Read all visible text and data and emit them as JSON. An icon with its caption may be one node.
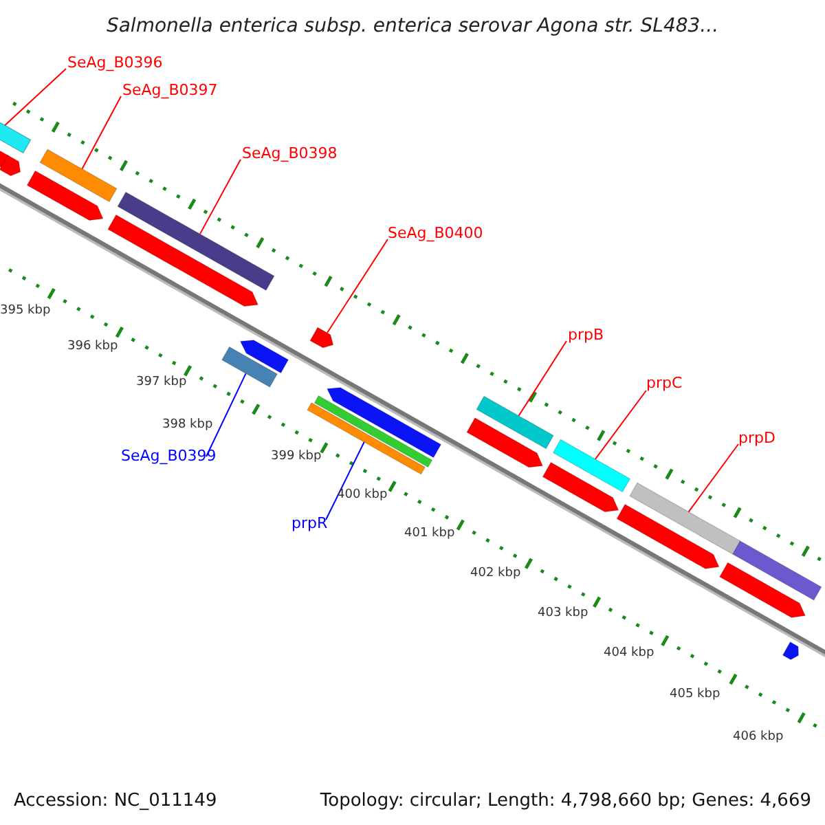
{
  "diagram": {
    "title": "Salmonella enterica subsp. enterica serovar Agona str. SL483...",
    "nodes": [
      {
        "text": [
          "SeAg_B0396"
        ]
      },
      {
        "text": [
          "SeAg_B0397"
        ]
      },
      {
        "text": [
          "SeAg_B0398"
        ]
      },
      {
        "text": [
          "SeAg_B0400"
        ]
      },
      {
        "text": [
          "prpB"
        ]
      },
      {
        "text": [
          "prpC"
        ]
      },
      {
        "text": [
          "prpD"
        ]
      },
      {
        "text": [
          "SeAg_B0399"
        ]
      },
      {
        "text": [
          "prpR"
        ]
      },
      {
        "text": [],
        "shape": "bar"
      },
      {
        "text": [],
        "shape": "bar"
      },
      {
        "text": [],
        "shape": "bar"
      },
      {
        "text": [],
        "shape": "bar"
      },
      {
        "text": [],
        "shape": "bar"
      },
      {
        "text": [],
        "shape": "bar"
      },
      {
        "text": [],
        "shape": "bar"
      },
      {
        "text": [],
        "shape": "bar"
      },
      {
        "text": [],
        "shape": "bar"
      }
    ],
    "edges": [
      {
        "from": 0,
        "to": 9,
        "arrow": "none"
      },
      {
        "from": 1,
        "to": 10,
        "arrow": "none"
      },
      {
        "from": 2,
        "to": 11,
        "arrow": "none"
      },
      {
        "from": 3,
        "to": 12,
        "arrow": "none"
      },
      {
        "from": 4,
        "to": 13,
        "arrow": "none"
      },
      {
        "from": 5,
        "to": 14,
        "arrow": "none"
      },
      {
        "from": 6,
        "to": 15,
        "arrow": "none"
      },
      {
        "from": 7,
        "to": 16,
        "arrow": "none",
        "color": "#0000ff"
      },
      {
        "from": 8,
        "to": 17,
        "arrow": "none",
        "color": "#0000ff"
      }
    ],
    "labels": [
      "395 kbp",
      "396 kbp",
      "397 kbp",
      "398 kbp",
      "399 kbp",
      "400 kbp",
      "401 kbp",
      "402 kbp",
      "403 kbp",
      "404 kbp",
      "405 kbp",
      "406 kbp",
      "Accession: NC_011149",
      "Topology: circular; Length: 4,798,660 bp; Genes: 4,669"
    ]
  }
}
